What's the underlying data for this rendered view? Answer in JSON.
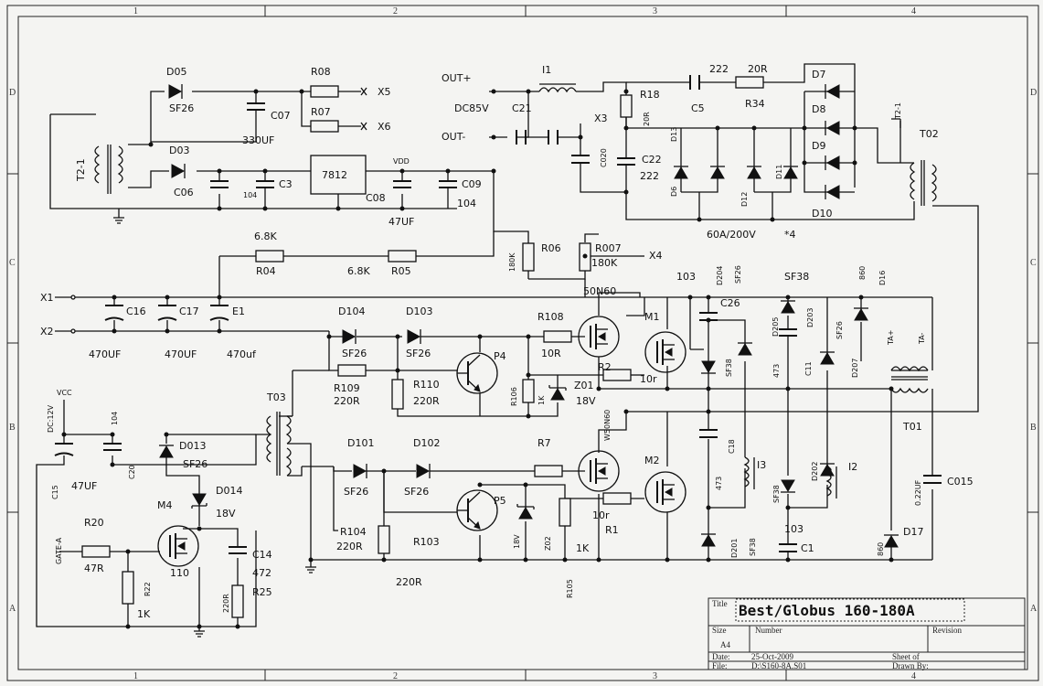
{
  "grid": {
    "columns": [
      "1",
      "2",
      "3",
      "4"
    ],
    "rows": [
      "D",
      "C",
      "B",
      "A"
    ]
  },
  "title_block": {
    "title_label": "Title",
    "title": "Best/Globus 160-180A",
    "size_label": "Size",
    "size": "A4",
    "number_label": "Number",
    "revision_label": "Revision",
    "date_label": "Date:",
    "date": "25-Oct-2009",
    "file_label": "File:",
    "file": "D:\\S160-8A.S01",
    "sheet_label": "Sheet    of",
    "drawn_label": "Drawn By:"
  },
  "labels": {
    "d05": "D05",
    "sf26_d05": "SF26",
    "r08": "R08",
    "r07": "R07",
    "x5": "X5",
    "x6": "X6",
    "c07": "C07",
    "c07_val": "330UF",
    "d03": "D03",
    "c06": "C06",
    "c3": "C3",
    "c3_val": "104",
    "reg": "7812",
    "vdd": "VDD",
    "c08": "C08",
    "c09": "C09",
    "c08_val": "47UF",
    "c09_val": "104",
    "t21a": "T2-1",
    "out_plus": "OUT+",
    "out_minus": "OUT-",
    "dc85": "DC85V",
    "l1": "I1",
    "c21": "C21",
    "x3": "X3",
    "c020": "C020",
    "r18": "R18",
    "r18_val": "20R",
    "c22": "C22",
    "c22_val": "222",
    "c5_val": "222",
    "c5": "C5",
    "r34_val": "20R",
    "r34": "R34",
    "d7": "D7",
    "d8": "D8",
    "d9": "D9",
    "d10": "D10",
    "d13": "D13",
    "d6": "D6",
    "d12": "D12",
    "d11": "D11",
    "diodes_note": "60A/200V",
    "diodes_count": "*4",
    "t21b": "T2-1",
    "t02": "T02",
    "r04_val": "6.8K",
    "r04": "R04",
    "r05_val": "6.8K",
    "r05": "R05",
    "r06": "R06",
    "r06_val": "180K",
    "r007": "R007",
    "r007_val": "180K",
    "x4": "X4",
    "x1": "X1",
    "x2": "X2",
    "c16": "C16",
    "c16_val": "470UF",
    "c17": "C17",
    "c17_val": "470UF",
    "e1": "E1",
    "e1_val": "470uf",
    "d104": "D104",
    "d103": "D103",
    "sf26_d104": "SF26",
    "sf26_d103": "SF26",
    "r108": "R108",
    "r108_val": "10R",
    "r2": "R2",
    "q_top": "50N60",
    "m1": "M1",
    "m1_gate": "10r",
    "p4": "P4",
    "r109": "R109",
    "r109_val": "220R",
    "r110": "R110",
    "r110_val": "220R",
    "r106": "R106",
    "r106_val": "1K",
    "z01": "Z01",
    "z01_val": "18V",
    "c26_top": "103",
    "d204": "D204",
    "sf26_d204": "SF26",
    "c26": "C26",
    "sf38_top": "SF38",
    "d16_val": "860",
    "d16": "D16",
    "d205": "D205",
    "d203": "D203",
    "sf26_d203": "SF26",
    "c11": "C11",
    "c11_val": "473",
    "sf38_mid": "SF38",
    "d207": "D207",
    "ta_plus": "TA+",
    "ta_minus": "TA-",
    "t01": "T01",
    "t03": "T03",
    "dc12v": "DC:12V",
    "vcc": "VCC",
    "c20_val": "104",
    "c20": "C20",
    "c15": "C15",
    "c15_val": "47UF",
    "d013": "D013",
    "sf26_d013": "SF26",
    "d014": "D014",
    "d014_val": "18V",
    "m4": "M4",
    "m4_val": "110",
    "r20": "R20",
    "r20_val": "47R",
    "gate_a": "GATE-A",
    "r22": "R22",
    "r22_val": "1K",
    "c14": "C14",
    "c14_val": "472",
    "r25": "R25",
    "r25_val": "220R",
    "d101": "D101",
    "d102": "D102",
    "sf26_d101": "SF26",
    "sf26_d102": "SF26",
    "r7": "R7",
    "q_bot": "W50N60",
    "m2": "M2",
    "m2_gate": "10r",
    "r1": "R1",
    "p5": "P5",
    "r104": "R104",
    "r104_val": "220R",
    "r103": "R103",
    "r103_val": "220R",
    "z02": "Z02",
    "z02_val": "18V",
    "r_1k": "1K",
    "r105": "R105",
    "c18": "C18",
    "c18_val": "473",
    "i3": "I3",
    "d201": "D201",
    "sf38_d201": "SF38",
    "sf38_lower": "SF38",
    "d202": "D202",
    "i2": "I2",
    "c1_val": "103",
    "c1": "C1",
    "c015_val": "0.22UF",
    "c015": "C015",
    "d17": "D17",
    "d17_val": "860"
  }
}
